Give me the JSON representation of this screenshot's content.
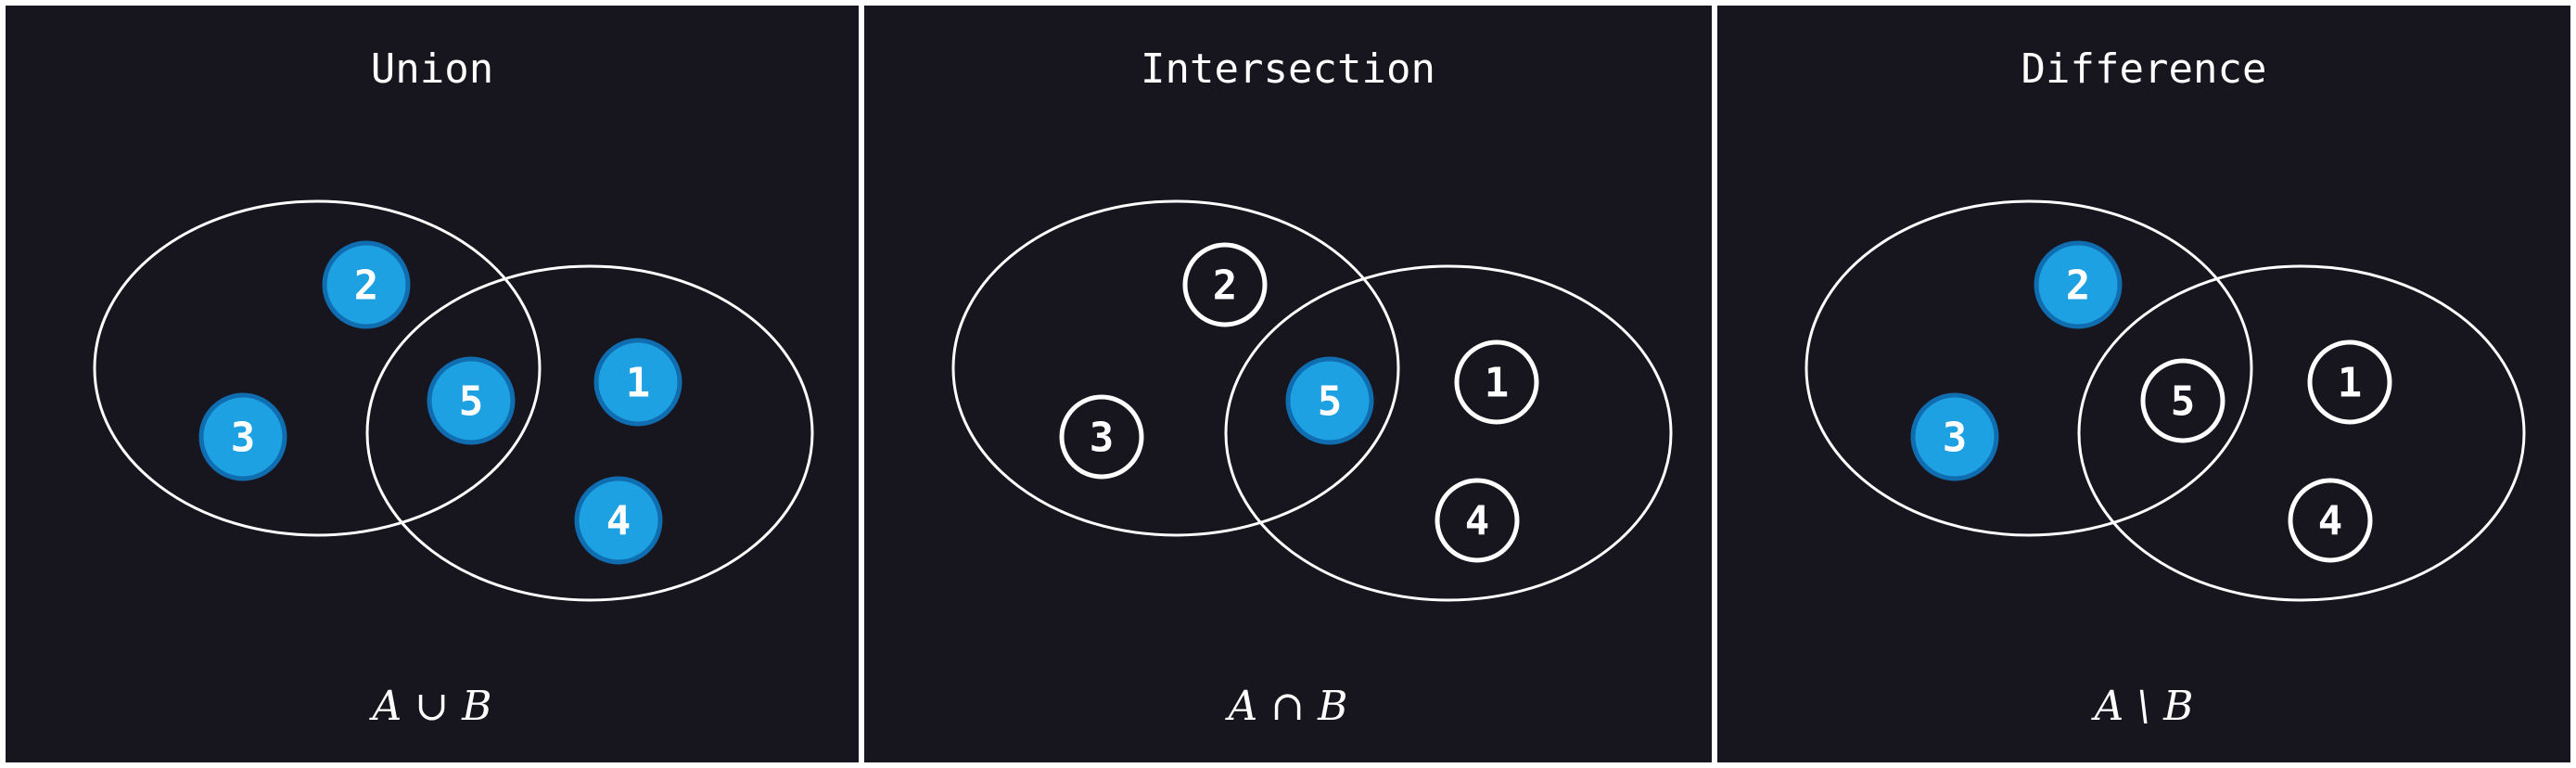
{
  "colors": {
    "background": "#17151d",
    "divider": "#ffffff",
    "outline": "#ffffff",
    "selected_fill": "#1da1e2",
    "selected_stroke": "#0f6db0",
    "text": "#ffffff"
  },
  "panels": [
    {
      "title": "Union",
      "formula": "A ∪ B",
      "highlighted": [
        "2",
        "3",
        "5",
        "1",
        "4"
      ]
    },
    {
      "title": "Intersection",
      "formula": "A ∩ B",
      "highlighted": [
        "5"
      ]
    },
    {
      "title": "Difference",
      "formula": "A \\ B",
      "highlighted": [
        "2",
        "3"
      ]
    }
  ],
  "sets": {
    "A": [
      "2",
      "3",
      "5"
    ],
    "B": [
      "5",
      "1",
      "4"
    ]
  }
}
